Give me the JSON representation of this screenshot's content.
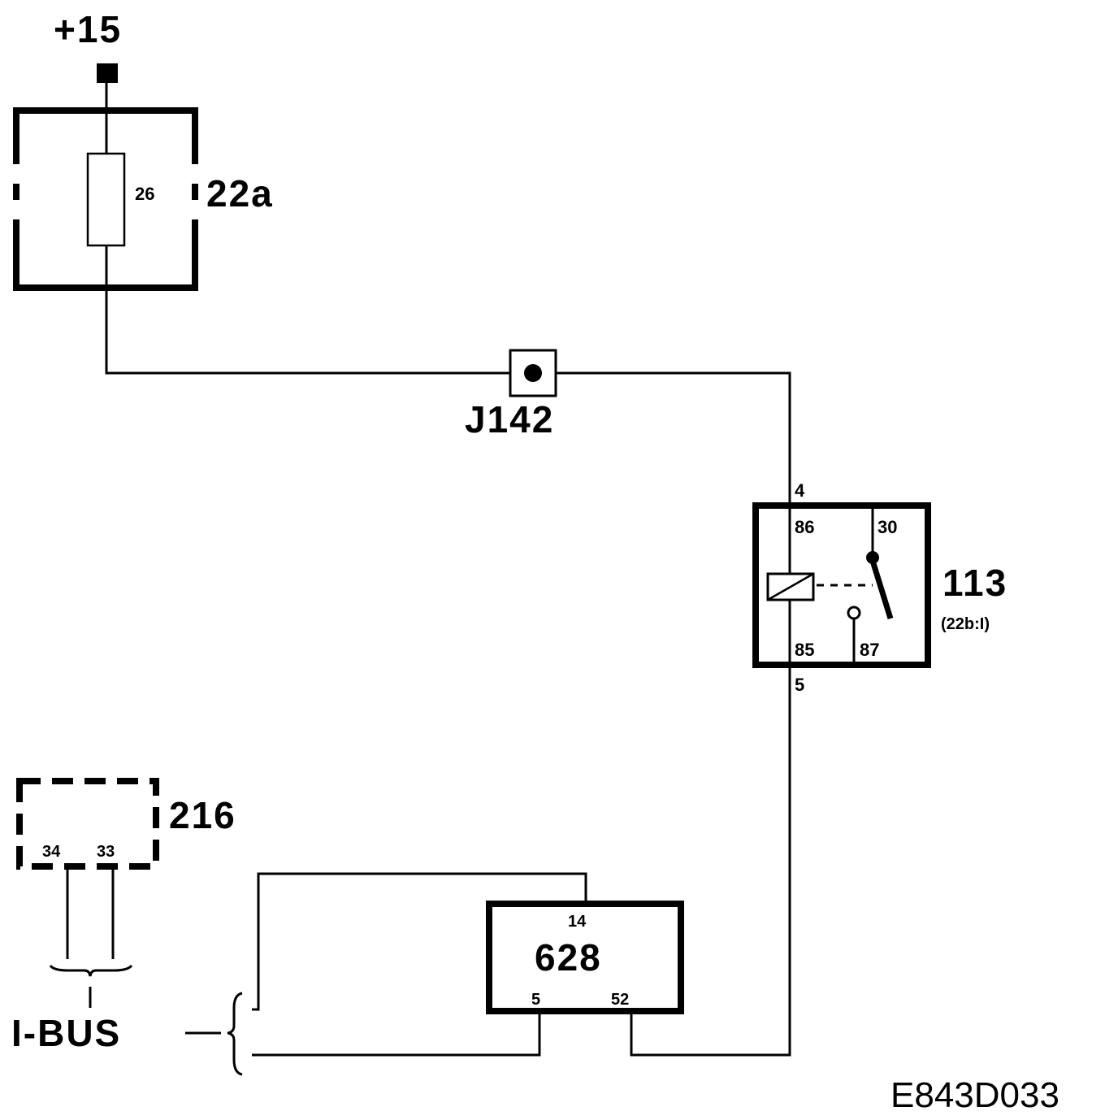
{
  "diagram": {
    "supply_label": "+15",
    "fuse_box": {
      "label": "22a",
      "fuse_number": "26"
    },
    "junction": {
      "label": "J142"
    },
    "relay": {
      "label": "113",
      "ref": "(22b:I)",
      "pin_top": "4",
      "pin_bottom": "5",
      "terminals": {
        "t86": "86",
        "t30": "30",
        "t85": "85",
        "t87": "87"
      }
    },
    "module_216": {
      "label": "216",
      "pin_a": "34",
      "pin_b": "33"
    },
    "module_628": {
      "label": "628",
      "pin_top": "14",
      "pin_left": "5",
      "pin_right": "52"
    },
    "bus_label": "I-BUS",
    "figure_code": "E843D033"
  }
}
